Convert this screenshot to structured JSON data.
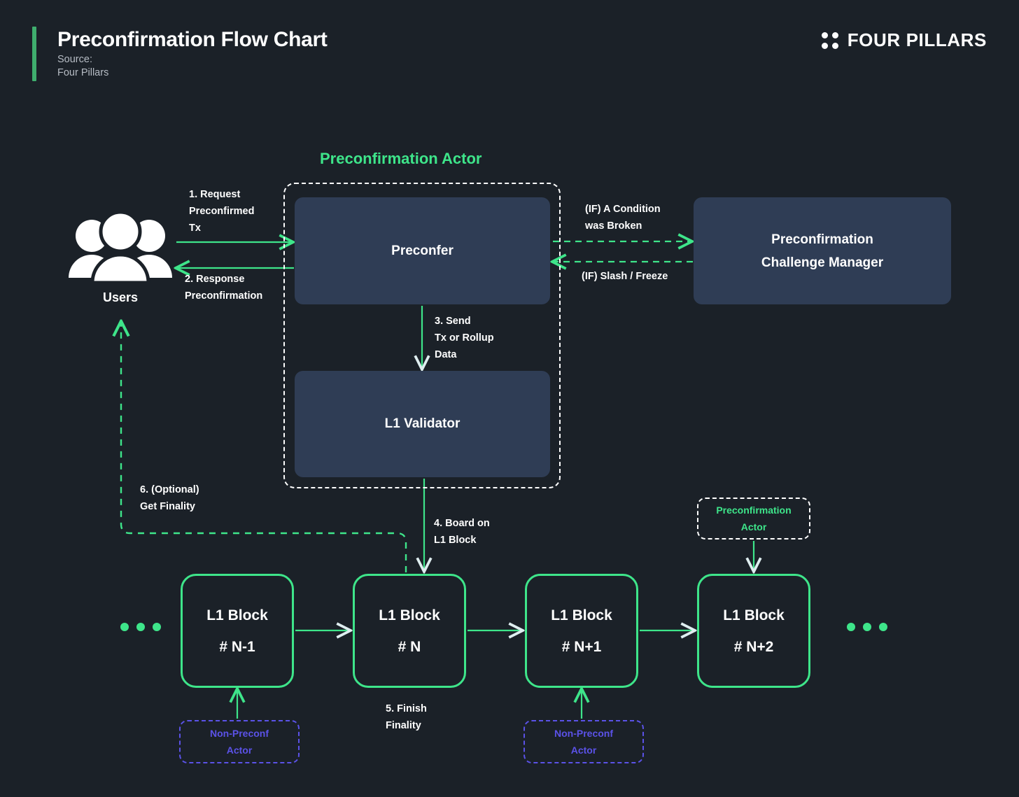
{
  "header": {
    "title": "Preconfirmation Flow Chart",
    "source": "Source:\nFour Pillars",
    "brand": "FOUR PILLARS",
    "brand_icon": "four-dots-icon",
    "accent_color": "#3fae6e"
  },
  "colors": {
    "background": "#1b2128",
    "green": "#3ee58a",
    "box_fill": "#2f3d55",
    "purple": "#5b52e8",
    "white": "#ffffff"
  },
  "diagram": {
    "group_title": "Preconfirmation Actor",
    "users": {
      "label": "Users",
      "icon": "users-group-icon"
    },
    "nodes": {
      "preconfer": "Preconfer",
      "l1_validator": "L1 Validator",
      "challenge_manager": "Preconfirmation\nChallenge Manager"
    },
    "blocks": [
      {
        "title": "L1 Block",
        "number": "# N-1"
      },
      {
        "title": "L1 Block",
        "number": "# N"
      },
      {
        "title": "L1 Block",
        "number": "# N+1"
      },
      {
        "title": "L1 Block",
        "number": "# N+2"
      }
    ],
    "badges": {
      "non_preconf_left": "Non-Preconf\nActor",
      "non_preconf_right": "Non-Preconf\nActor",
      "preconf_actor": "Preconfirmation\nActor"
    },
    "edges": {
      "step1": "1.  Request\n     Preconfirmed\n     Tx",
      "step2": "2.  Response\n     Preconfirmation",
      "step3": "3.  Send\n     Tx or Rollup\n     Data",
      "step4": "4.  Board on\n     L1 Block",
      "step5": "5.  Finish\n     Finality",
      "step6": "6.  (Optional)\n     Get Finality",
      "cond_broken": "(IF) A Condition\nwas Broken",
      "cond_slash": "(IF) Slash / Freeze"
    },
    "ellipsis": "•••"
  }
}
